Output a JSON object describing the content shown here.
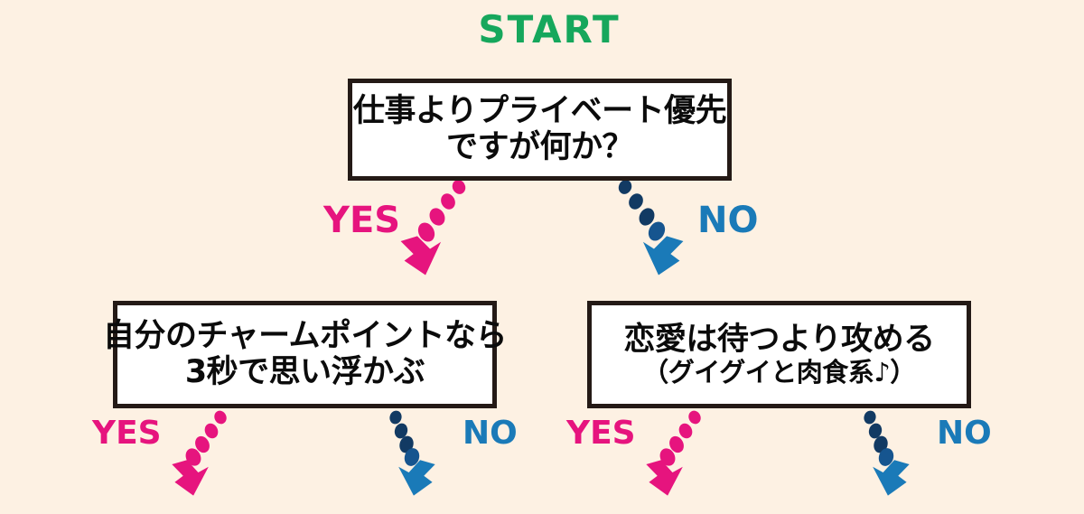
{
  "diagram": {
    "type": "flowchart",
    "background_color": "#fdf1e3",
    "start_label": "START",
    "start_color": "#16a75c",
    "yes_color": "#e6147e",
    "no_color": "#1a7ab8",
    "no_dot_color": "#123a63",
    "box_border_color": "#241a16",
    "box_fill_color": "#ffffff"
  },
  "boxes": [
    {
      "id": "start-question",
      "line_1": "仕事よりプライベート優先",
      "line_2": "ですが何か？"
    },
    {
      "id": "left-question",
      "line_1": "自分のチャームポイントなら",
      "line_2": "3秒で思い浮かぶ"
    },
    {
      "id": "right-question",
      "line_1": "恋愛は待つより攻める",
      "line_2": "（グイグイと肉食系♪）"
    }
  ],
  "branches": [
    {
      "id": "start-yes",
      "label": "YES",
      "font_size": "40px"
    },
    {
      "id": "start-no",
      "label": "NO",
      "font_size": "40px"
    },
    {
      "id": "left-yes",
      "label": "YES",
      "font_size": "36px"
    },
    {
      "id": "left-no",
      "label": "NO",
      "font_size": "36px"
    },
    {
      "id": "right-yes",
      "label": "YES",
      "font_size": "36px"
    },
    {
      "id": "right-no",
      "label": "NO",
      "font_size": "36px"
    }
  ],
  "chart_data": {
    "type": "diagram",
    "title": "START",
    "nodes": [
      {
        "id": "q1",
        "text": "仕事よりプライベート優先ですが何か？",
        "level": 1
      },
      {
        "id": "q2",
        "text": "自分のチャームポイントなら3秒で思い浮かぶ",
        "level": 2
      },
      {
        "id": "q3",
        "text": "恋愛は待つより攻める（グイグイと肉食系♪）",
        "level": 2
      }
    ],
    "edges": [
      {
        "from": "q1",
        "to": "q2",
        "label": "YES",
        "color": "#e6147e"
      },
      {
        "from": "q1",
        "to": "q3",
        "label": "NO",
        "color": "#1a7ab8"
      },
      {
        "from": "q2",
        "to": null,
        "label": "YES",
        "color": "#e6147e"
      },
      {
        "from": "q2",
        "to": null,
        "label": "NO",
        "color": "#1a7ab8"
      },
      {
        "from": "q3",
        "to": null,
        "label": "YES",
        "color": "#e6147e"
      },
      {
        "from": "q3",
        "to": null,
        "label": "NO",
        "color": "#1a7ab8"
      }
    ]
  }
}
